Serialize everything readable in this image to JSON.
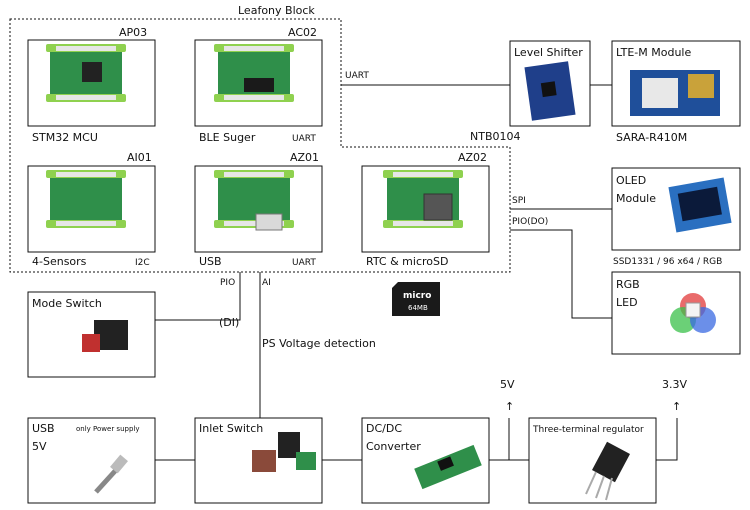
{
  "leafony_block": {
    "title": "Leafony Block",
    "bridge_label": "NTB0104",
    "modules": [
      {
        "code": "AP03",
        "name": "STM32 MCU",
        "iface": ""
      },
      {
        "code": "AC02",
        "name": "BLE Suger",
        "iface": "UART"
      },
      {
        "code": "AI01",
        "name": "4-Sensors",
        "iface": "I2C"
      },
      {
        "code": "AZ01",
        "name": "USB",
        "iface": "UART"
      },
      {
        "code": "AZ02",
        "name": "RTC & microSD",
        "iface": ""
      }
    ]
  },
  "peripherals": {
    "level_shifter": "Level Shifter",
    "lte_module": "LTE-M Module",
    "lte_model": "SARA-R410M",
    "oled_line1": "OLED",
    "oled_line2": "Module",
    "oled_spec": "SSD1331 / 96 x64 / RGB",
    "rgb_line1": "RGB",
    "rgb_line2": "LED",
    "mode_switch": "Mode Switch",
    "sd_card_text": "micro",
    "sd_card_cap": "64MB"
  },
  "signals": {
    "uart": "UART",
    "spi": "SPI",
    "pio_do": "PIO(DO)",
    "pio": "PIO",
    "di": "(DI)",
    "ai": "AI",
    "ps_voltage": "PS Voltage detection"
  },
  "power": {
    "usb_line1": "USB",
    "usb_line2": "5V",
    "usb_note": "only Power supply",
    "inlet_switch": "Inlet Switch",
    "dcdc_line1": "DC/DC",
    "dcdc_line2": "Converter",
    "regulator": "Three-terminal regulator",
    "v5": "5V",
    "v33": "3.3V",
    "arrow_up": "↑"
  },
  "colors": {
    "pcb_green": "#2f8f4a",
    "leaf_frame": "#8fd14f",
    "lte_blue": "#1f4f9a",
    "switch_red": "#c0302f"
  }
}
